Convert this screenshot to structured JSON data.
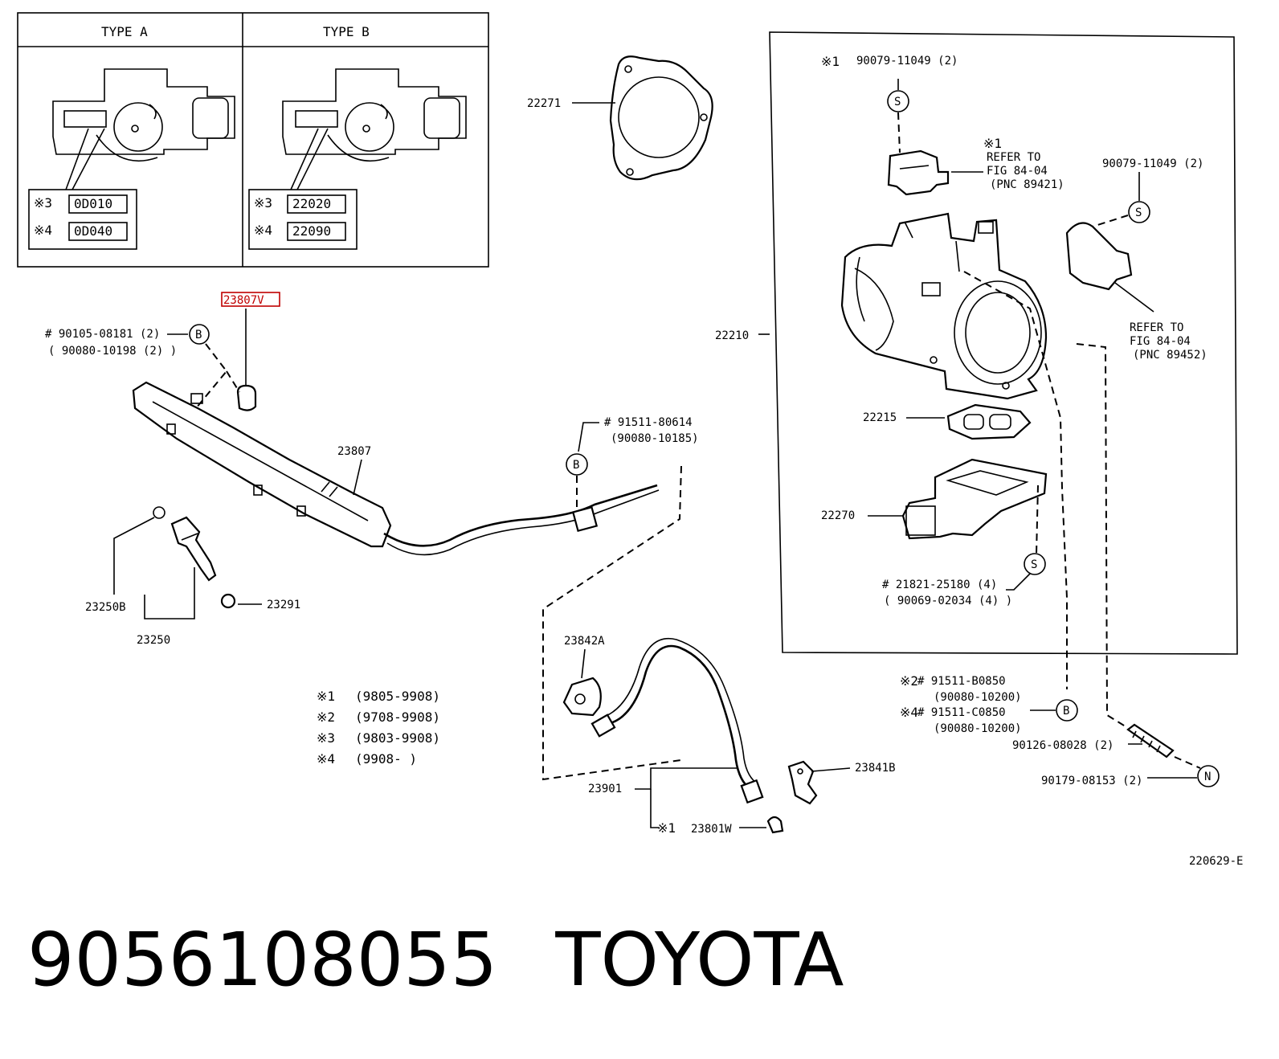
{
  "inset": {
    "type_a_label": "TYPE A",
    "type_b_label": "TYPE B",
    "type_a_codes": [
      {
        "mark": "※3",
        "code": "0D010"
      },
      {
        "mark": "※4",
        "code": "0D040"
      }
    ],
    "type_b_codes": [
      {
        "mark": "※3",
        "code": "22020"
      },
      {
        "mark": "※4",
        "code": "22090"
      }
    ]
  },
  "labels": {
    "p23807V": "23807V",
    "bolt1a": "# 90105-08181 (2)",
    "bolt1b": "( 90080-10198 (2) )",
    "p23807": "23807",
    "p23250B": "23250B",
    "p23250": "23250",
    "p23291": "23291",
    "bolt2a": "# 91511-80614",
    "bolt2b": "(90080-10185)",
    "p22271": "22271",
    "p22210": "22210",
    "s1a": "※1",
    "bolt3": "90079-11049 (2)",
    "ref1_mark": "※1",
    "ref1_a": "REFER TO",
    "ref1_b": "FIG 84-04",
    "ref1_c": "(PNC 89421)",
    "bolt4": "90079-11049 (2)",
    "ref2_a": "REFER TO",
    "ref2_b": "FIG 84-04",
    "ref2_c": "(PNC 89452)",
    "p22215": "22215",
    "p22270": "22270",
    "bolt5a": "# 21821-25180 (4)",
    "bolt5b": "( 90069-02034 (4) )",
    "bolt6_mark": "※2",
    "bolt6a": "# 91511-B0850",
    "bolt6b": "(90080-10200)",
    "bolt7_mark": "※4",
    "bolt7a": "# 91511-C0850",
    "bolt7b": "(90080-10200)",
    "stud": "90126-08028 (2)",
    "nut": "90179-08153 (2)",
    "p23842A": "23842A",
    "p23901": "23901",
    "p23801W_mark": "※1",
    "p23801W": "23801W",
    "p23841B": "23841B",
    "fig_code": "220629-E"
  },
  "circle_marks": {
    "b": "B",
    "s": "S",
    "n": "N"
  },
  "notes": [
    {
      "mark": "※1",
      "range": "(9805-9908)"
    },
    {
      "mark": "※2",
      "range": "(9708-9908)"
    },
    {
      "mark": "※3",
      "range": "(9803-9908)"
    },
    {
      "mark": "※4",
      "range": "(9908-      )"
    }
  ],
  "caption": {
    "part_number": "9056108055",
    "brand": "TOYOTA"
  },
  "colors": {
    "highlight": "#c00000"
  }
}
